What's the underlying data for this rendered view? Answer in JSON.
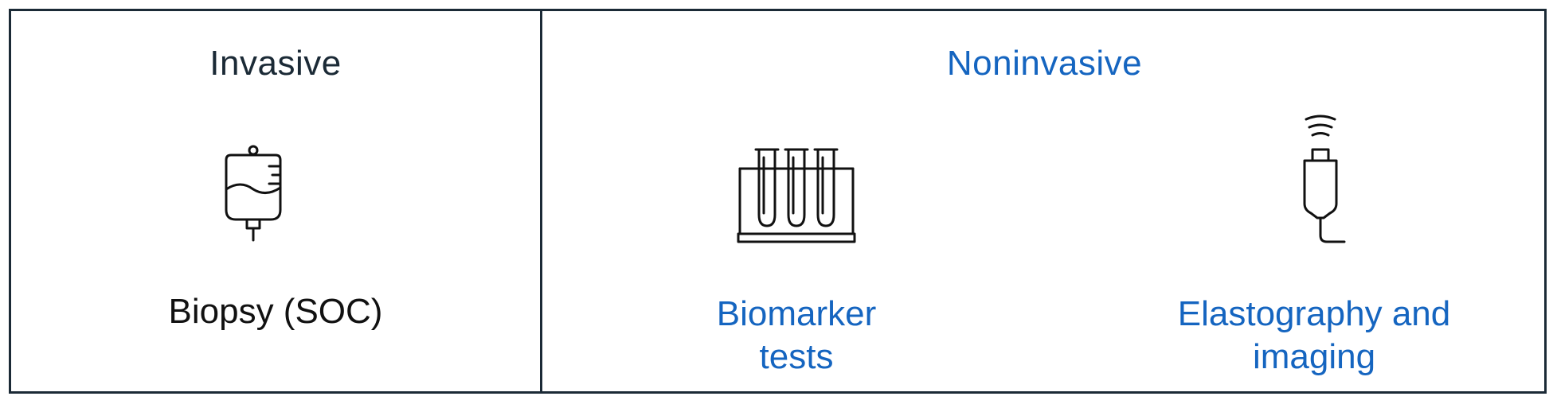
{
  "invasive": {
    "heading": "Invasive",
    "icon": "iv-bag-icon",
    "label": "Biopsy (SOC)"
  },
  "noninvasive": {
    "heading": "Noninvasive",
    "items": [
      {
        "icon": "test-tubes-icon",
        "label_line1": "Biomarker",
        "label_line2": "tests"
      },
      {
        "icon": "ultrasound-probe-icon",
        "label_line1": "Elastography and",
        "label_line2": "imaging"
      }
    ]
  },
  "colors": {
    "border": "#1b2a36",
    "accent": "#1565c0",
    "text": "#111111"
  }
}
